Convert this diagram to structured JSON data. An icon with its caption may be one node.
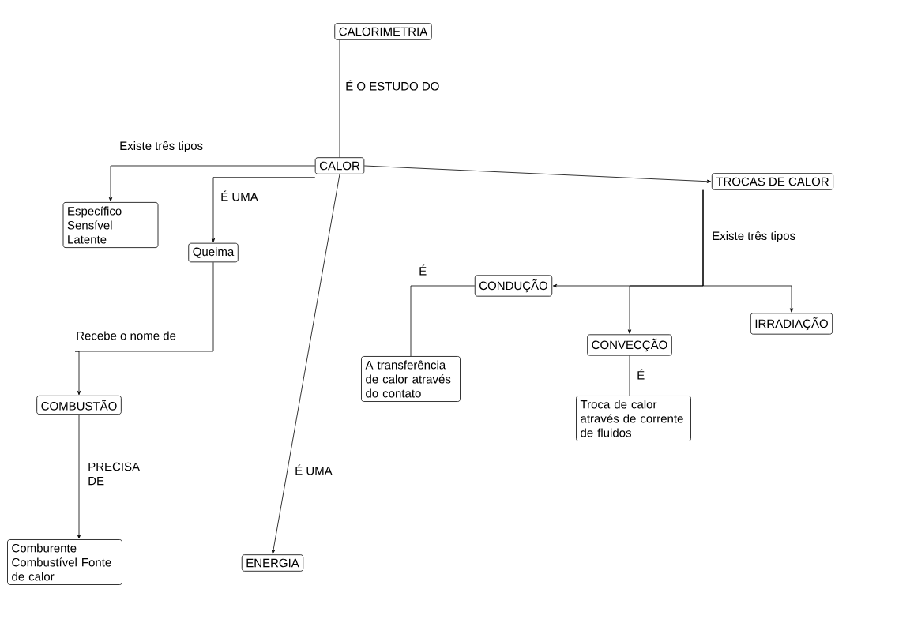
{
  "diagram": {
    "nodes": [
      {
        "text": [
          "CALORIMETRIA"
        ]
      },
      {
        "text": [
          "CALOR"
        ]
      },
      {
        "text": [
          "Específico Sensível Latente"
        ]
      },
      {
        "text": [
          "Queima"
        ]
      },
      {
        "text": [
          "TROCAS DE CALOR"
        ]
      },
      {
        "text": [
          "CONDUÇÃO"
        ]
      },
      {
        "text": [
          "CONVECÇÃO"
        ]
      },
      {
        "text": [
          "IRRADIAÇÃO"
        ]
      },
      {
        "text": [
          "A transferência de calor através do contato"
        ]
      },
      {
        "text": [
          "Troca de calor através de corrente de fluidos"
        ]
      },
      {
        "text": [
          "COMBUSTÃO"
        ]
      },
      {
        "text": [
          "Comburente Combustível Fonte de calor"
        ]
      },
      {
        "text": [
          "ENERGIA"
        ]
      }
    ],
    "edges": [
      {
        "from": 0,
        "to": 1,
        "arrow": "none",
        "label": "É O ESTUDO DO"
      },
      {
        "from": 1,
        "to": 2,
        "arrow": "to",
        "label": "Existe três tipos"
      },
      {
        "from": 1,
        "to": 3,
        "arrow": "to",
        "label": "É UMA"
      },
      {
        "from": 1,
        "to": 4,
        "arrow": "to"
      },
      {
        "from": 1,
        "to": 12,
        "arrow": "to",
        "label": "É UMA"
      },
      {
        "from": 3,
        "to": 10,
        "arrow": "to",
        "label": "Recebe o nome de"
      },
      {
        "from": 10,
        "to": 11,
        "arrow": "to",
        "label": "PRECISA DE"
      },
      {
        "from": 4,
        "to": 5,
        "arrow": "to",
        "label": "Existe três tipos"
      },
      {
        "from": 4,
        "to": 6,
        "arrow": "to"
      },
      {
        "from": 4,
        "to": 7,
        "arrow": "to"
      },
      {
        "from": 5,
        "to": 8,
        "arrow": "none",
        "label": "É"
      },
      {
        "from": 6,
        "to": 9,
        "arrow": "none",
        "label": "É"
      }
    ]
  }
}
